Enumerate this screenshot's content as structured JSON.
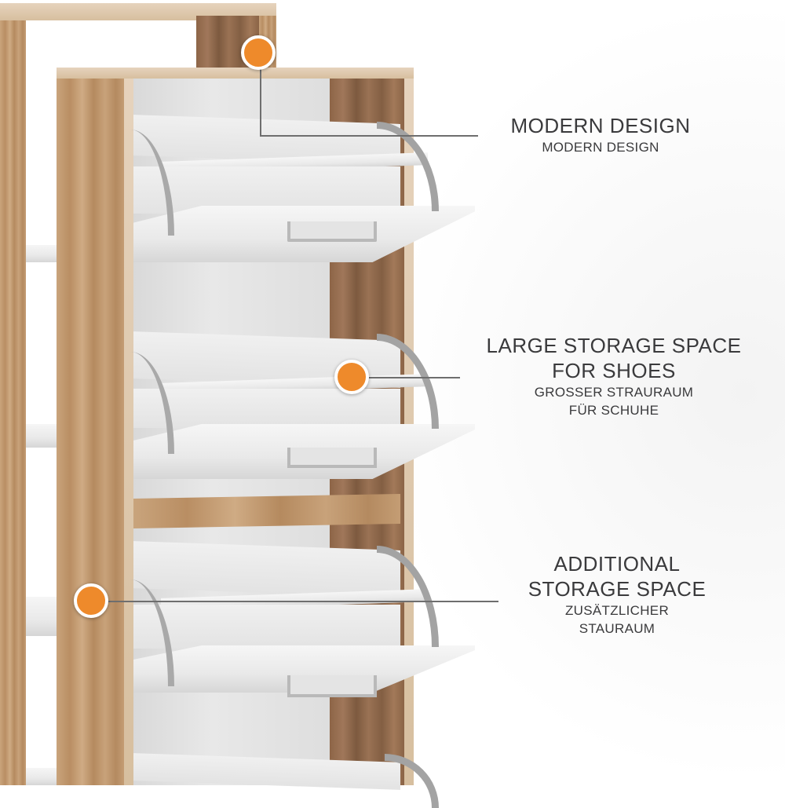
{
  "product": {
    "type": "shoe cabinet with flip-down compartments and side shelves",
    "colors": {
      "accent_marker": "#ee8a2b",
      "marker_ring": "#ffffff",
      "leader_line": "#6e6e6e",
      "text": "#3a3a3c",
      "wood": "#c19a70",
      "panel_white": "#e9e9e9"
    }
  },
  "callouts": [
    {
      "title": "MODERN DESIGN",
      "subtitle": "MODERN DESIGN"
    },
    {
      "title_line1": "LARGE STORAGE SPACE",
      "title_line2": "FOR SHOES",
      "subtitle_line1": "GROSSER STRAURAUM",
      "subtitle_line2": "FÜR SCHUHE"
    },
    {
      "title_line1": "ADDITIONAL",
      "title_line2": "STORAGE SPACE",
      "subtitle_line1": "ZUSÄTZLICHER",
      "subtitle_line2": "STAURAUM"
    }
  ]
}
